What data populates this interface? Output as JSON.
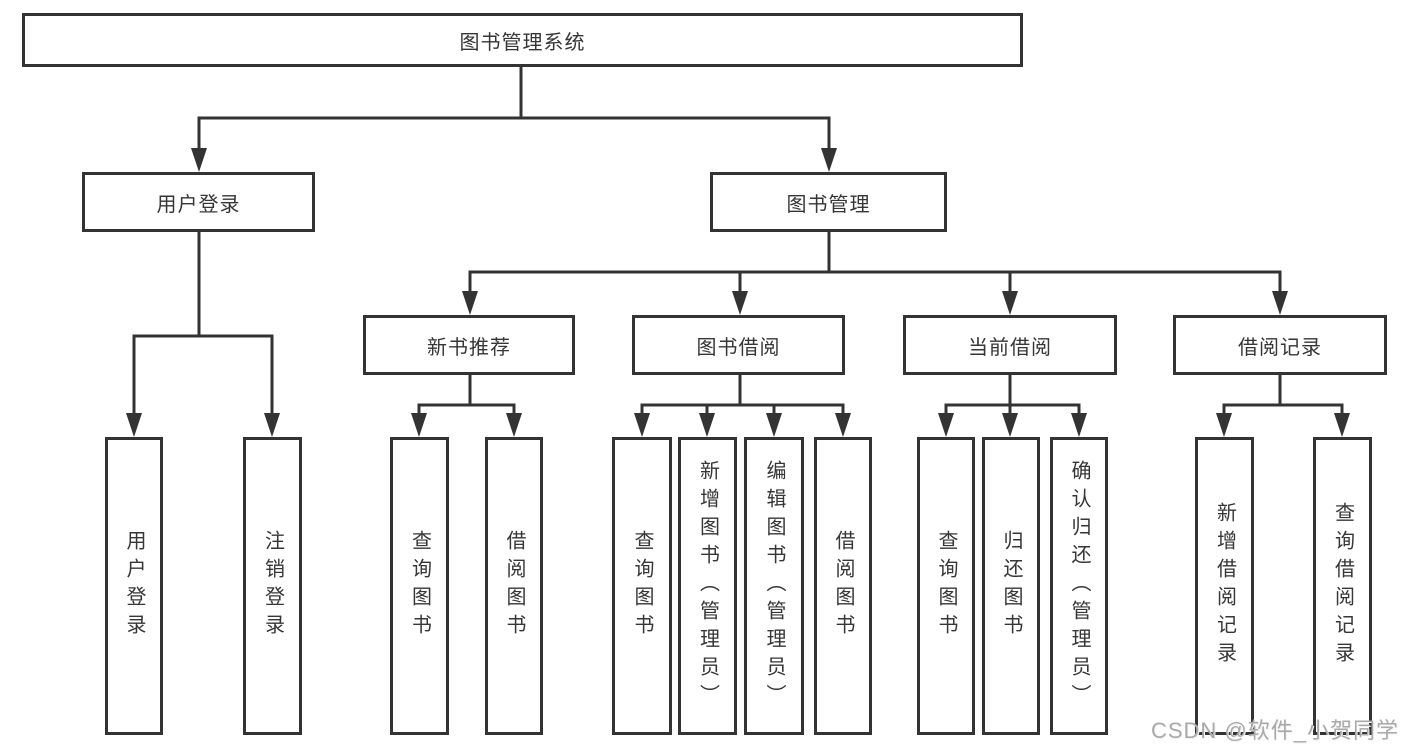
{
  "nodes": {
    "root": {
      "label": "图书管理系统"
    },
    "branches": [
      {
        "label": "用户登录"
      },
      {
        "label": "图书管理"
      }
    ],
    "modules": [
      {
        "label": "新书推荐"
      },
      {
        "label": "图书借阅"
      },
      {
        "label": "当前借阅"
      },
      {
        "label": "借阅记录"
      }
    ],
    "leaves": [
      {
        "label": "用户登录",
        "parent": "用户登录"
      },
      {
        "label": "注销登录",
        "parent": "用户登录"
      },
      {
        "label": "查询图书",
        "parent": "新书推荐"
      },
      {
        "label": "借阅图书",
        "parent": "新书推荐"
      },
      {
        "label": "查询图书",
        "parent": "图书借阅"
      },
      {
        "label": "新增图书（管理员）",
        "parent": "图书借阅"
      },
      {
        "label": "编辑图书（管理员）",
        "parent": "图书借阅"
      },
      {
        "label": "借阅图书",
        "parent": "图书借阅"
      },
      {
        "label": "查询图书",
        "parent": "当前借阅"
      },
      {
        "label": "归还图书",
        "parent": "当前借阅"
      },
      {
        "label": "确认归还（管理员）",
        "parent": "当前借阅"
      },
      {
        "label": "新增借阅记录",
        "parent": "借阅记录"
      },
      {
        "label": "查询借阅记录",
        "parent": "借阅记录"
      }
    ]
  },
  "watermark": {
    "text": "CSDN @软件_小贺同学"
  },
  "colors": {
    "box_border": "#333333",
    "box_fill": "#ffffff",
    "text": "#363636",
    "connector": "#333333",
    "watermark_text": "#a9a9a9"
  }
}
